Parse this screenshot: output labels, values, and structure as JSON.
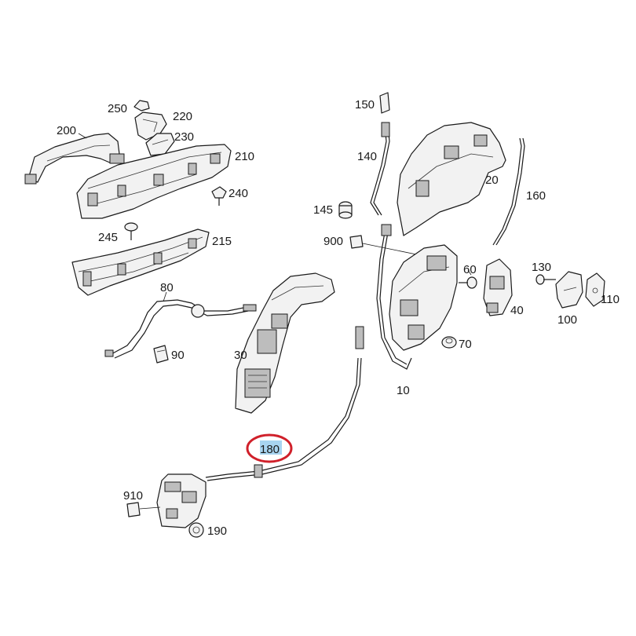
{
  "labels": {
    "p250": "250",
    "p220": "220",
    "p230": "230",
    "p200": "200",
    "p210": "210",
    "p240": "240",
    "p245": "245",
    "p215": "215",
    "p80": "80",
    "p90": "90",
    "p30": "30",
    "p150": "150",
    "p140": "140",
    "p145": "145",
    "p900": "900",
    "p20": "20",
    "p160": "160",
    "p60": "60",
    "p130": "130",
    "p110": "110",
    "p40": "40",
    "p100": "100",
    "p70": "70",
    "p10": "10",
    "p180": "180",
    "p910": "910",
    "p190": "190"
  },
  "highlight": {
    "part": "180",
    "label_bg": "#a8d4f0",
    "ring_color": "#d0202a"
  }
}
